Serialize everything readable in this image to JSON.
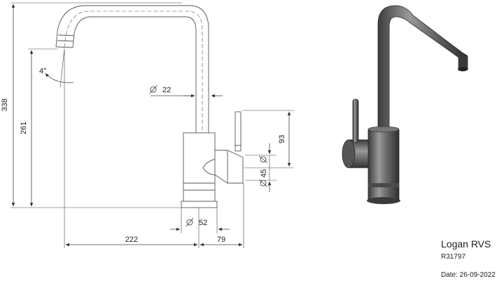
{
  "drawing": {
    "dimensions": {
      "total_height": "338",
      "spout_height": "261",
      "angle": "4°",
      "spout_diameter": "22",
      "handle_height": "93",
      "handle_diameter": "45",
      "base_diameter": "52",
      "reach": "222",
      "handle_offset": "79"
    }
  },
  "product": {
    "name": "Logan RVS",
    "code": "R31797",
    "date": "Date: 26-09-2022"
  },
  "colors": {
    "line": "#333333",
    "dim_line": "#444444",
    "render_body": "#5a5a5a"
  }
}
